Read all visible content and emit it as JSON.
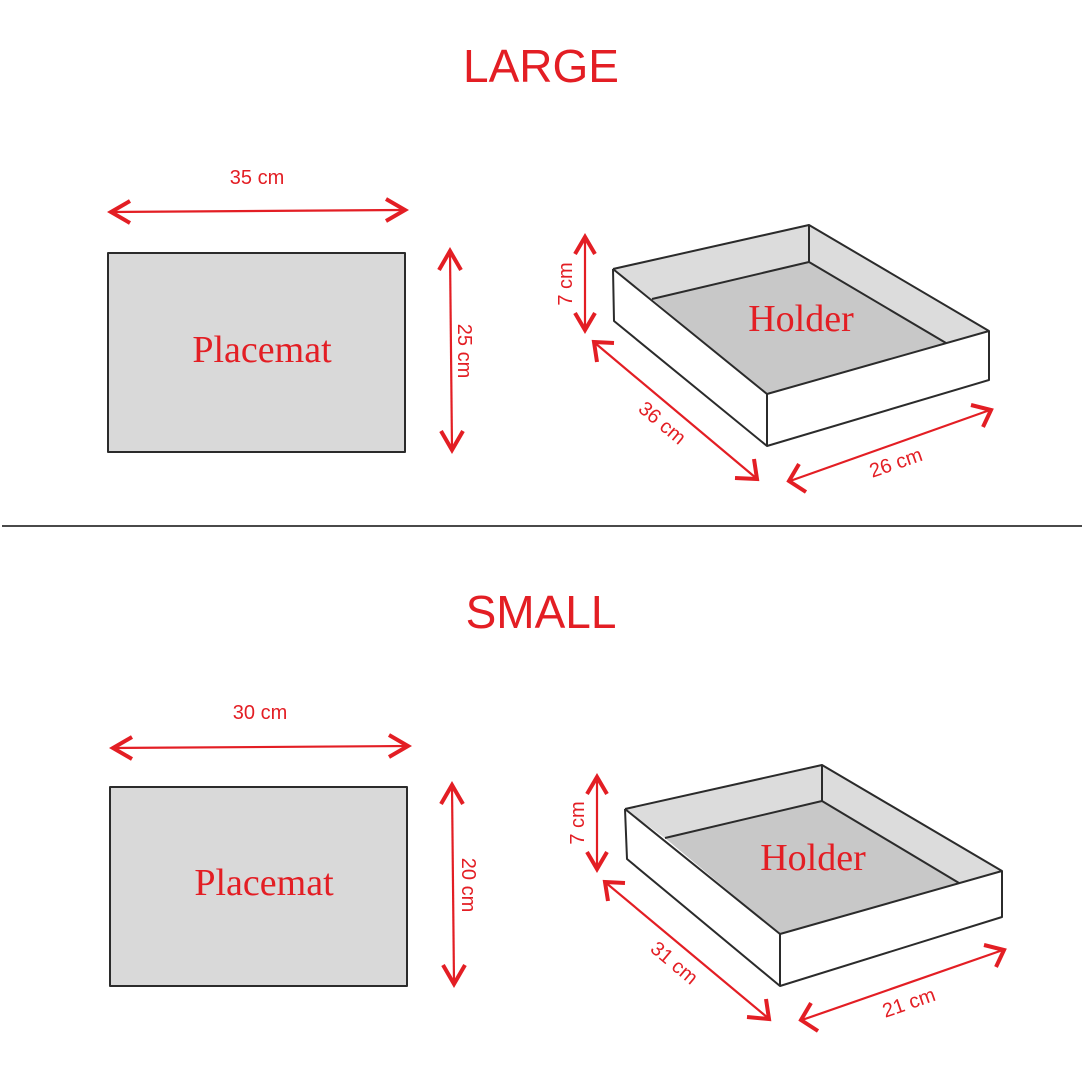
{
  "colors": {
    "accent": "#e31e24",
    "outline": "#2b2b2b",
    "mat_fill": "#d9d9d9",
    "tray_floor": "#c8c8c8",
    "tray_inner_wall": "#dcdcdc",
    "tray_outer_wall": "#ffffff",
    "divider": "#4a4a4a"
  },
  "sections": [
    {
      "title": "LARGE",
      "placemat": {
        "label": "Placemat",
        "width": "35 cm",
        "height": "25 cm"
      },
      "holder": {
        "label": "Holder",
        "depth": "7 cm",
        "length": "36 cm",
        "width": "26 cm"
      }
    },
    {
      "title": "SMALL",
      "placemat": {
        "label": "Placemat",
        "width": "30 cm",
        "height": "20 cm"
      },
      "holder": {
        "label": "Holder",
        "depth": "7 cm",
        "length": "31 cm",
        "width": "21 cm"
      }
    }
  ]
}
